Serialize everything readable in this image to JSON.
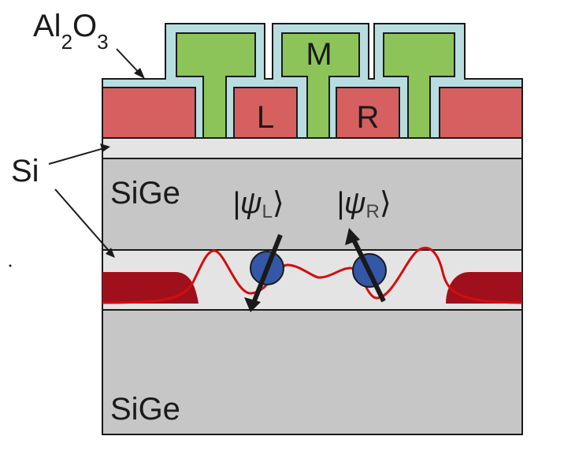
{
  "labels": {
    "oxide": {
      "main": "Al",
      "sub1": "2",
      "mid": "O",
      "sub2": "3"
    },
    "silicon": "Si",
    "sige_top": "SiGe",
    "sige_bottom": "SiGe",
    "gate_left": "L",
    "gate_middle": "M",
    "gate_right": "R",
    "ket_left": {
      "open": "|ψ",
      "sub": "L",
      "close": "⟩"
    },
    "ket_right": {
      "open": "|ψ",
      "sub": "R",
      "close": "⟩"
    }
  },
  "colors": {
    "sige": "#c6c6c6",
    "silicon": "#e4e4e4",
    "oxide": "#b8dde0",
    "gate_red": "#d66060",
    "gate_green": "#8cc45a",
    "wavefunction": "#d40d0d",
    "wave_fill": "#a0101c",
    "electron": "#3557a8",
    "outline": "#1a1a1a"
  }
}
